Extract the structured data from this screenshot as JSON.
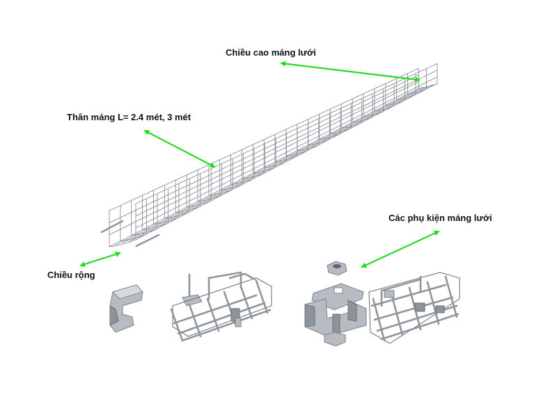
{
  "labels": {
    "tray_height": "Chiều cao máng lưới",
    "tray_body": "Thân máng L= 2.4 mét, 3 mét",
    "accessories": "Các phụ kiện máng lưới",
    "tray_width": "Chiều rộng"
  },
  "colors": {
    "arrow": "#22dd22",
    "wire": "#8a8f96",
    "metal": "#b7bcc2"
  }
}
